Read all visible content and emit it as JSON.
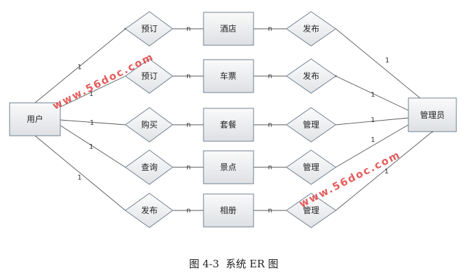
{
  "diagram": {
    "user_entity": "用户",
    "admin_entity": "管理员",
    "rows": [
      {
        "left_relation": "预订",
        "entity": "酒店",
        "right_relation": "发布",
        "left_card_user": "1",
        "left_card_rel": "n",
        "right_card_entity": "n",
        "right_card_admin": "1"
      },
      {
        "left_relation": "预订",
        "entity": "车票",
        "right_relation": "发布",
        "left_card_user": "1",
        "left_card_rel": "n",
        "right_card_entity": "n",
        "right_card_admin": "1"
      },
      {
        "left_relation": "购买",
        "entity": "套餐",
        "right_relation": "管理",
        "left_card_user": "1",
        "left_card_rel": "n",
        "right_card_entity": "n",
        "right_card_admin": "1"
      },
      {
        "left_relation": "查询",
        "entity": "景点",
        "right_relation": "管理",
        "left_card_user": "1",
        "left_card_rel": "n",
        "right_card_entity": "n",
        "right_card_admin": "1"
      },
      {
        "left_relation": "发布",
        "entity": "相册",
        "right_relation": "管理",
        "left_card_user": "1",
        "left_card_rel": "n",
        "right_card_entity": "n",
        "right_card_admin": "1"
      }
    ],
    "caption": "图 4-3  系统 ER 图"
  },
  "watermarks": [
    "www.56doc.com",
    "www.56doc.com"
  ],
  "colors": {
    "box_top": "#fafafa",
    "box_bottom": "#dde0e4",
    "border": "#6f7f8f",
    "line": "#555555",
    "watermark": "#e04040"
  }
}
